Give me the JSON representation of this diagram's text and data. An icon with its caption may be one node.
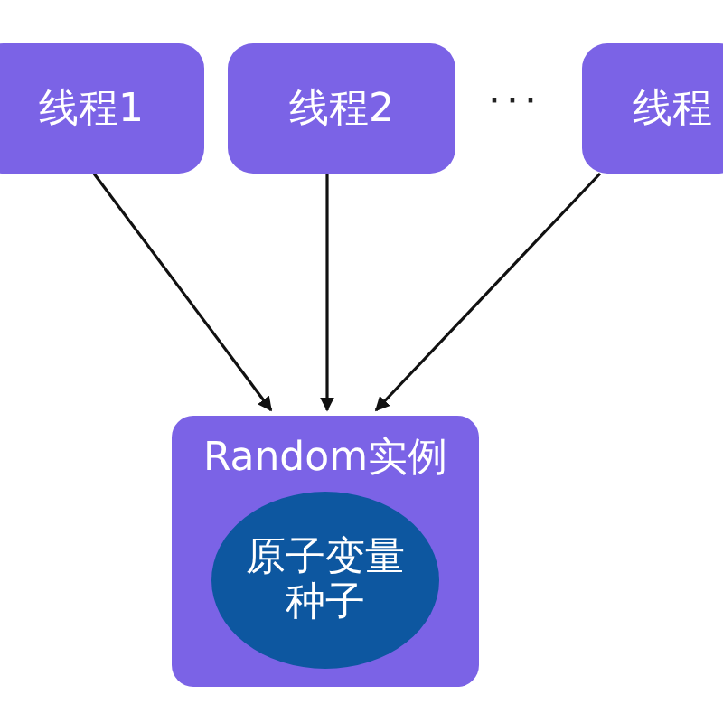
{
  "diagram": {
    "nodes": [
      {
        "text": [
          "线程1"
        ]
      },
      {
        "text": [
          "线程2"
        ]
      },
      {
        "text": [
          "线程"
        ]
      },
      {
        "text": [
          "Random实例"
        ]
      },
      {
        "text": [
          "原子变量种子"
        ],
        "in": 3
      }
    ],
    "edges": [
      {
        "from": 0,
        "to": 3,
        "arrow": "to"
      },
      {
        "from": 1,
        "to": 3,
        "arrow": "to"
      },
      {
        "from": 2,
        "to": 3,
        "arrow": "to"
      }
    ],
    "labels": [
      "···"
    ]
  }
}
